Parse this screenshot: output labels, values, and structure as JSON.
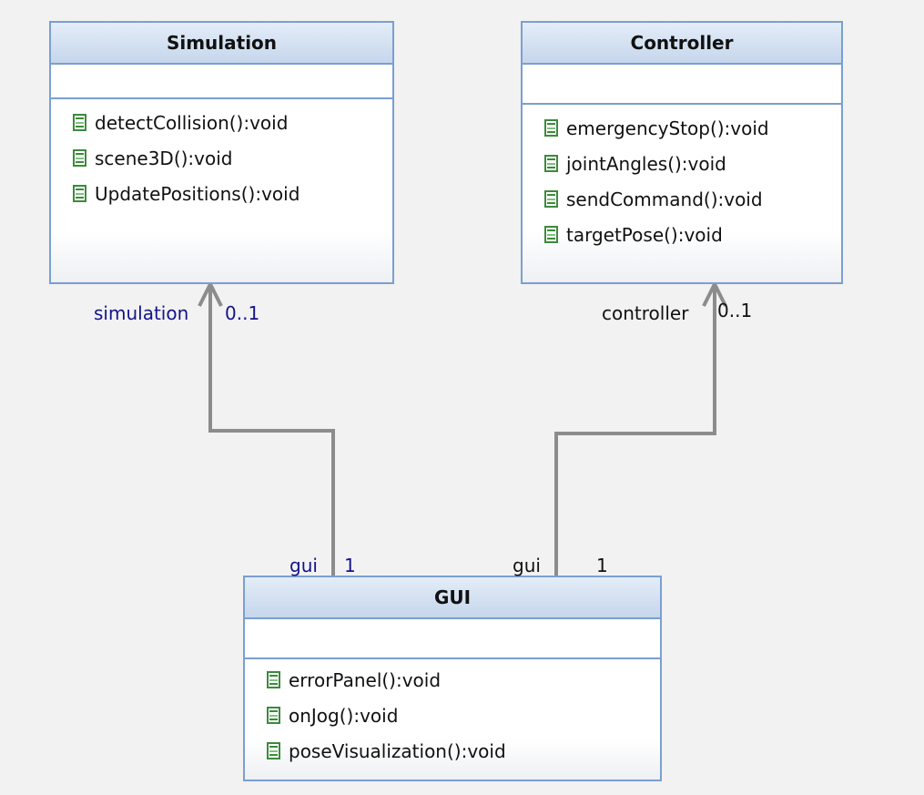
{
  "classes": {
    "simulation": {
      "name": "Simulation",
      "operations": [
        "detectCollision():void",
        "scene3D():void",
        "UpdatePositions():void"
      ]
    },
    "controller": {
      "name": "Controller",
      "operations": [
        "emergencyStop():void",
        "jointAngles():void",
        "sendCommand():void",
        "targetPose():void"
      ]
    },
    "gui": {
      "name": "GUI",
      "operations": [
        "errorPanel():void",
        "onJog():void",
        "poseVisualization():void"
      ]
    }
  },
  "associations": {
    "gui_simulation": {
      "source_role": "gui",
      "source_multiplicity": "1",
      "target_role": "simulation",
      "target_multiplicity": "0..1"
    },
    "gui_controller": {
      "source_role": "gui",
      "source_multiplicity": "1",
      "target_role": "controller",
      "target_multiplicity": "0..1"
    }
  },
  "colors": {
    "border": "#7a9fd1",
    "connector": "#8c8c8c",
    "icon": "#3c8a3c",
    "label_blue": "#14148a"
  }
}
